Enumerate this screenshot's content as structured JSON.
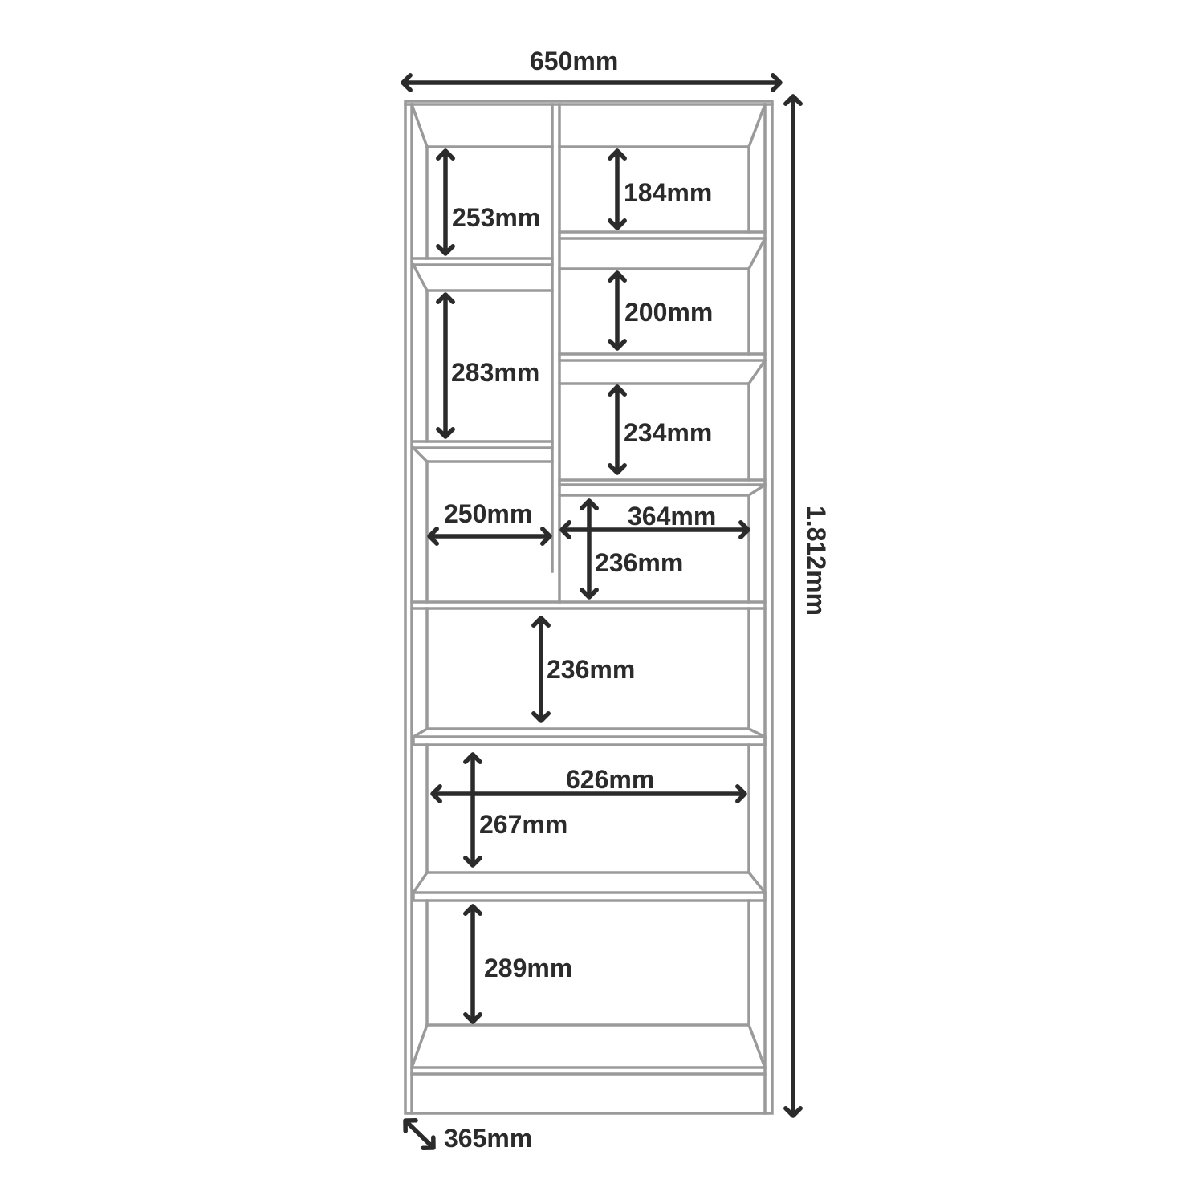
{
  "title": "Bookcase dimensions",
  "dimensions": {
    "overall_width": "650mm",
    "overall_height": "1.812mm",
    "depth": "365mm",
    "left_top_height": "253mm",
    "left_middle_height": "283mm",
    "left_lower_width": "250mm",
    "right_top_height": "184mm",
    "right_second_height": "200mm",
    "right_third_height": "234mm",
    "right_lower_width": "364mm",
    "right_lower_height": "236mm",
    "full_shelf_1_height": "236mm",
    "full_shelf_2_width": "626mm",
    "full_shelf_2_height": "267mm",
    "bottom_compartment_height": "289mm"
  },
  "colors": {
    "outline": "#9a9a9a",
    "annotation": "#2b2b2b"
  }
}
